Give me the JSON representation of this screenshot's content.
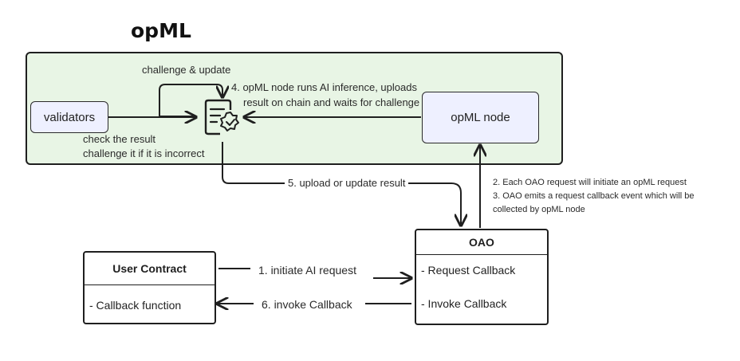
{
  "title": "opML",
  "nodes": {
    "validators": "validators",
    "opml_node": "opML node",
    "user_contract": {
      "title": "User Contract",
      "items": [
        "- Callback function"
      ]
    },
    "oao": {
      "title": "OAO",
      "items": [
        "- Request Callback",
        "- Invoke Callback"
      ]
    }
  },
  "labels": {
    "challenge_update": "challenge & update",
    "step4_line1": "4. opML node  runs AI inference, uploads",
    "step4_line2": "result on chain and waits for challenge",
    "check_line1": "check the result",
    "check_line2": "challenge it if it is incorrect",
    "step5": "5. upload or update result",
    "step2": "2. Each OAO request will initiate an opML request",
    "step3_line1": "3. OAO emits a request callback event which will be",
    "step3_line2": "collected by opML node",
    "step1": "1. initiate AI request",
    "step6": "6. invoke Callback"
  },
  "icons": {
    "center": "verified-document-icon"
  },
  "colors": {
    "panel_bg": "#e8f5e5",
    "node_bg": "#eef0ff",
    "stroke": "#1f1f1f"
  }
}
